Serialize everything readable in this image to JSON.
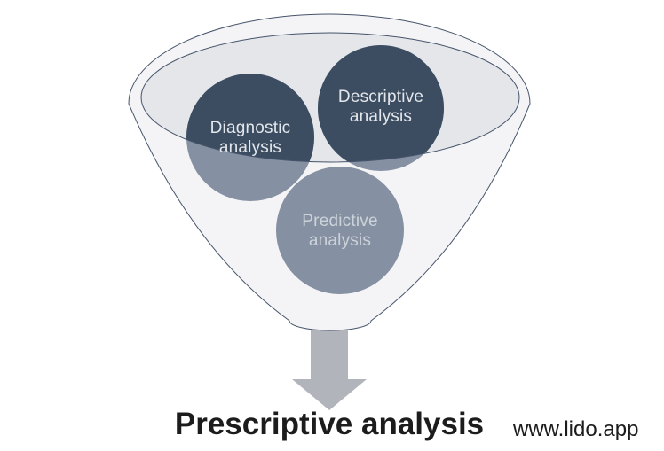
{
  "funnel": {
    "stages": [
      {
        "name": "diagnostic",
        "label": "Diagnostic analysis",
        "lines": [
          "Diagnostic",
          "analysis"
        ]
      },
      {
        "name": "descriptive",
        "label": "Descriptive analysis",
        "lines": [
          "Descriptive",
          "analysis"
        ]
      },
      {
        "name": "predictive",
        "label": "Predictive analysis",
        "lines": [
          "Predictive",
          "analysis"
        ]
      }
    ],
    "output_label": "Prescriptive analysis"
  },
  "watermark": "www.lido.app",
  "colors": {
    "circle_dark": "#3c4d62",
    "circle_light": "#8591a2",
    "funnel_body": "#f4f4f6",
    "funnel_mouth": "#e4e6e9",
    "outline": "#46546b",
    "arrow": "#b2b4bc",
    "label_on_dark": "#e3e7eb",
    "label_on_light": "#ccd2d9",
    "title_text": "#1c1c1c"
  }
}
